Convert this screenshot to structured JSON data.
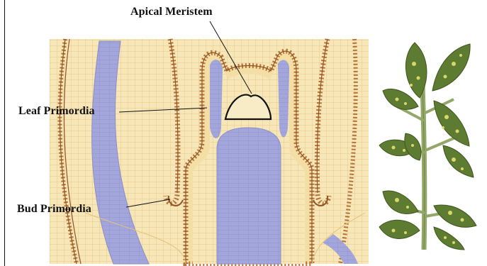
{
  "labels": {
    "apical_meristem": "Apical Meristem",
    "leaf_primordia": "Leaf Primordia",
    "bud_primordia": "Bud Primordia"
  },
  "colors": {
    "tissue": "#f6e6b8",
    "cell_line": "#e2c27a",
    "epidermis": "#b5733a",
    "vascular": "#9fa3d8",
    "vascular_line": "#8a8ec8",
    "leaf_green": "#5d7b31",
    "leaf_spot": "#e8e070",
    "stem_green": "#93a868"
  }
}
